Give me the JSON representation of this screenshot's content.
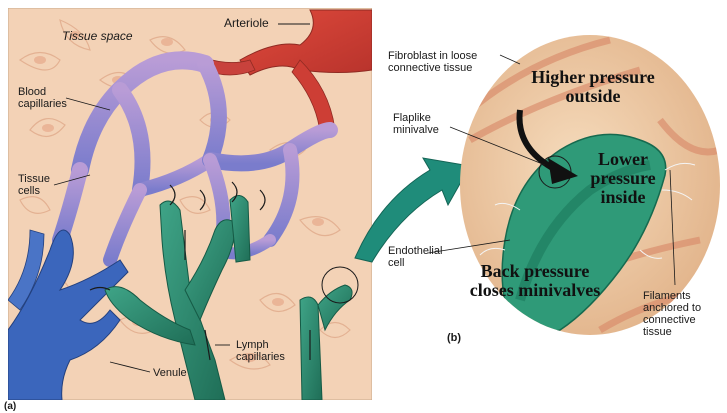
{
  "panel_a": {
    "letter": "(a)",
    "labels": {
      "tissue_space": "Tissue space",
      "arteriole": "Arteriole",
      "blood_capillaries": "Blood\ncapillaries",
      "tissue_cells": "Tissue\ncells",
      "lymph_capillaries": "Lymph\ncapillaries",
      "venule": "Venule"
    }
  },
  "panel_b": {
    "letter": "(b)",
    "labels": {
      "fibroblast": "Fibroblast in loose\nconnective tissue",
      "flaplike": "Flaplike\nminivalve",
      "endothelial": "Endothelial\ncell",
      "filaments": "Filaments\nanchored to\nconnective\ntissue"
    },
    "annotations": {
      "higher_pressure": "Higher pressure\noutside",
      "lower_pressure": "Lower\npressure\ninside",
      "back_pressure": "Back pressure\ncloses minivalves"
    }
  },
  "colors": {
    "tissue_bg": "#f4d3b8",
    "arteriole": "#d9443a",
    "capillary": "#a98bc8",
    "venule": "#3b63b8",
    "lymph": "#2e8b6e",
    "circle_bg": "#eec9a3",
    "arrow_teal": "#1f8c7a"
  }
}
